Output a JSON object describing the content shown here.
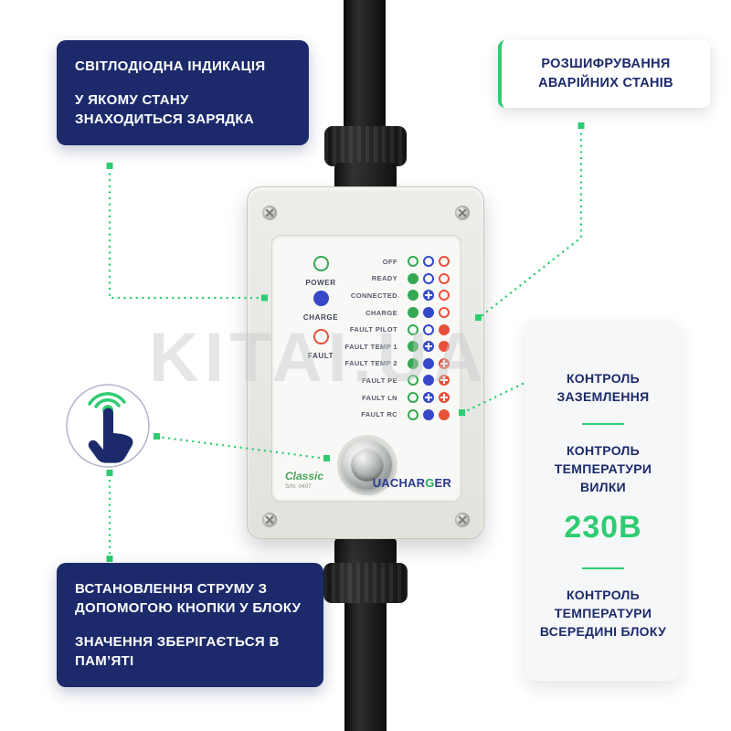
{
  "watermark": "KITAI.UA",
  "callouts": {
    "led_indication": {
      "line1": "СВІТЛОДІОДНА ІНДИКАЦІЯ",
      "line2": "У ЯКОМУ СТАНУ ЗНАХОДИТЬСЯ ЗАРЯДКА"
    },
    "fault_decode": {
      "text": "РОЗШИФРУВАННЯ АВАРІЙНИХ СТАНІВ"
    },
    "current_setting": {
      "line1": "ВСТАНОВЛЕННЯ СТРУМУ З ДОПОМОГОЮ КНОПКИ У БЛОКУ",
      "line2": "ЗНАЧЕННЯ ЗБЕРІГАЄТЬСЯ В ПАМ’ЯТІ"
    },
    "right_panel": {
      "item1": "КОНТРОЛЬ ЗАЗЕМЛЕННЯ",
      "item2": "КОНТРОЛЬ ТЕМПЕРАТУРИ ВИЛКИ",
      "voltage": "230В",
      "item3": "КОНТРОЛЬ ТЕМПЕРАТУРИ ВСЕРЕДИНІ БЛОКУ"
    }
  },
  "device": {
    "model": "Classic",
    "serial": "S/N: 0407",
    "brand": {
      "part1": "UACHAR",
      "part2": "G",
      "part3": "ER"
    },
    "indicators": [
      {
        "label": "POWER",
        "color": "green",
        "state": "off"
      },
      {
        "label": "CHARGE",
        "color": "blue",
        "state": "on"
      },
      {
        "label": "FAULT",
        "color": "red",
        "state": "off"
      }
    ],
    "status_rows": [
      {
        "label": "OFF",
        "leds": [
          "off",
          "off",
          "off"
        ]
      },
      {
        "label": "READY",
        "leds": [
          "on",
          "off",
          "off"
        ]
      },
      {
        "label": "CONNECTED",
        "leds": [
          "on",
          "blink",
          "off"
        ]
      },
      {
        "label": "CHARGE",
        "leds": [
          "on",
          "on",
          "off"
        ]
      },
      {
        "label": "FAULT PILOT",
        "leds": [
          "off",
          "off",
          "on"
        ]
      },
      {
        "label": "FAULT TEMP 1",
        "leds": [
          "on",
          "blink",
          "on"
        ]
      },
      {
        "label": "FAULT TEMP 2",
        "leds": [
          "on",
          "on",
          "blink"
        ]
      },
      {
        "label": "FAULT PE",
        "leds": [
          "off",
          "on",
          "blink"
        ]
      },
      {
        "label": "FAULT LN",
        "leds": [
          "off",
          "blink",
          "blink"
        ]
      },
      {
        "label": "FAULT RC",
        "leds": [
          "off",
          "on",
          "on"
        ]
      }
    ]
  },
  "colors": {
    "navy": "#1c2a6b",
    "accent_green": "#2ecc71",
    "led_green": "#35a853",
    "led_blue": "#3648c8",
    "led_red": "#e8503a",
    "brand_blue": "#2b3990"
  }
}
